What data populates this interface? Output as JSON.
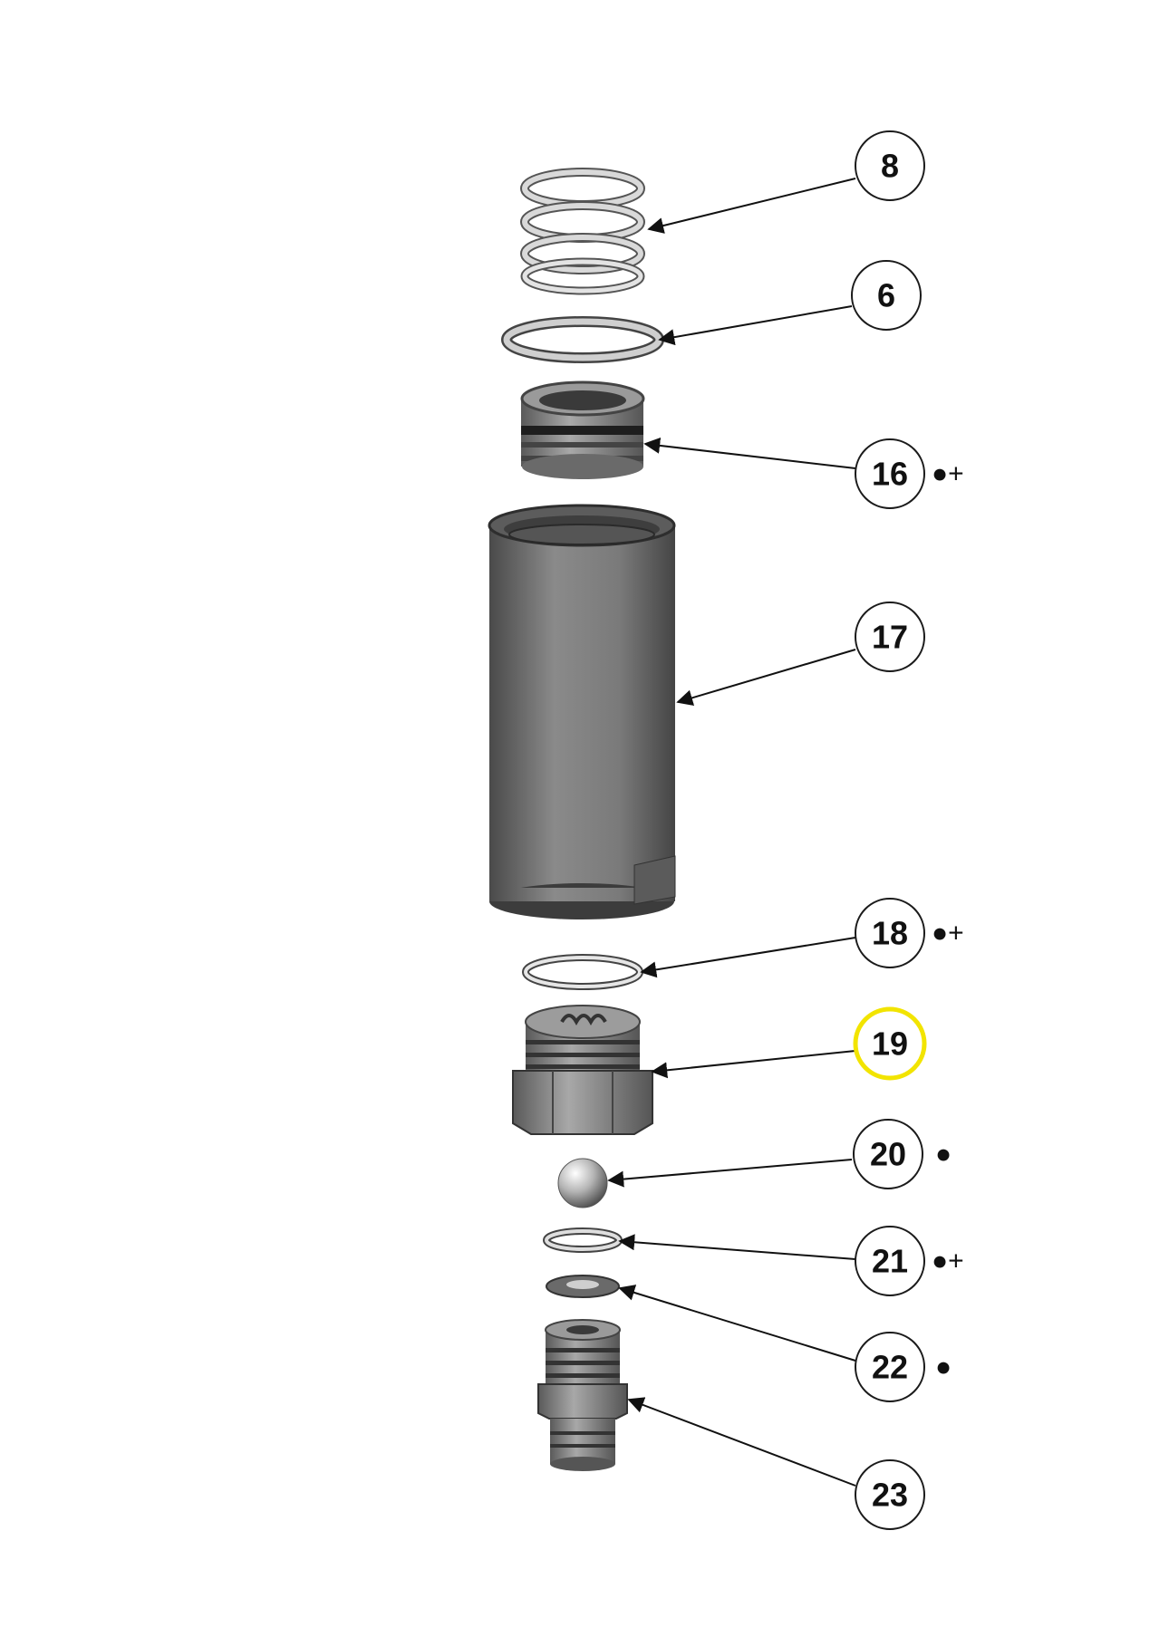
{
  "callouts": [
    {
      "id": "8",
      "label": "8",
      "suffix": ""
    },
    {
      "id": "6",
      "label": "6",
      "suffix": ""
    },
    {
      "id": "16",
      "label": "16",
      "suffix": "●+"
    },
    {
      "id": "17",
      "label": "17",
      "suffix": ""
    },
    {
      "id": "18",
      "label": "18",
      "suffix": "●+"
    },
    {
      "id": "19",
      "label": "19",
      "suffix": ""
    },
    {
      "id": "20",
      "label": "20",
      "suffix": "●"
    },
    {
      "id": "21",
      "label": "21",
      "suffix": "●+"
    },
    {
      "id": "22",
      "label": "22",
      "suffix": "●"
    },
    {
      "id": "23",
      "label": "23",
      "suffix": ""
    }
  ],
  "highlighted": "19",
  "colors": {
    "highlight": "#f2e400",
    "part_dark": "#6e6e6e",
    "part_light": "#c9c9c9"
  }
}
